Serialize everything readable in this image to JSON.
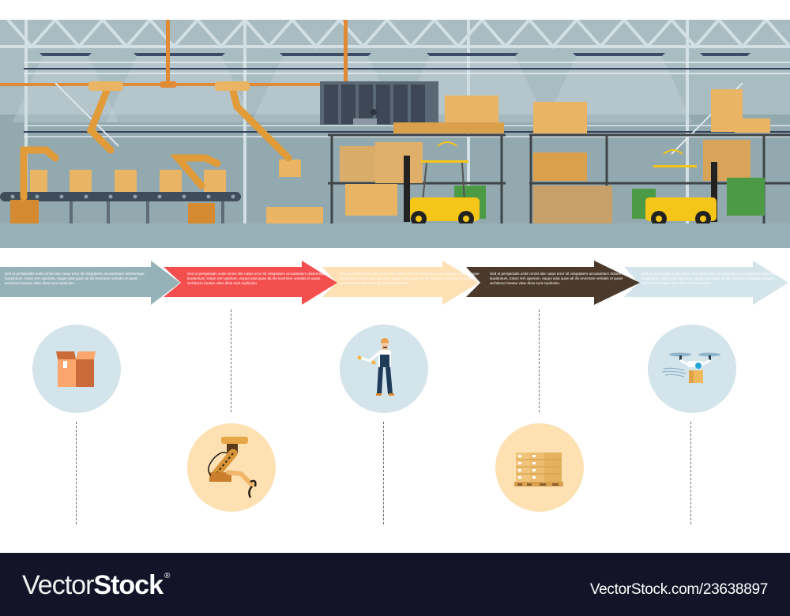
{
  "scene": {
    "description": "Automated warehouse with robotic arms on conveyor line, servers and operator, storage racks with pallets, two autonomous forklifts",
    "colors": {
      "wall": "#a9bcc2",
      "wall_dark": "#8fa4ab",
      "truss": "#d2e0e4",
      "floor": "#98b0b7",
      "robot": "#e19b38",
      "box": "#e9b464",
      "forklift": "#f5c518",
      "rack": "#3f4447",
      "barrel": "#4c9a46"
    }
  },
  "timeline": {
    "steps": [
      {
        "id": 1,
        "color": "#96b2b9",
        "text_color": "#ffffff",
        "text": "Sed ut perspiciatis unde omnis iste natus error sit voluptatem accusantium doloremque laudantium, totam rem aperiam, eaque ipsa quae ab illo inventore veritatis et quasi architecto beatae vitae dicta sunt explicabo.",
        "icon": "open-box-icon",
        "icon_bg": "#d3e4eb",
        "icon_row": "top"
      },
      {
        "id": 2,
        "color": "#f44f4f",
        "text_color": "#ffffff",
        "text": "Sed ut perspiciatis unde omnis iste natus error sit voluptatem accusantium doloremque laudantium, totam rem aperiam, eaque ipsa quae ab illo inventore veritatis et quasi architecto beatae vitae dicta sunt explicabo.",
        "icon": "robotic-arm-icon",
        "icon_bg": "#fde1b2",
        "icon_row": "bottom"
      },
      {
        "id": 3,
        "color": "#fde0b3",
        "text_color": "#ffffff",
        "text": "Sed ut perspiciatis unde omnis iste natus error sit voluptatem accusantium doloremque laudantium, totam rem aperiam, eaque ipsa quae ab illo inventore veritatis et quasi architecto beatae vitae dicta sunt explicabo.",
        "icon": "worker-icon",
        "icon_bg": "#d3e4eb",
        "icon_row": "top"
      },
      {
        "id": 4,
        "color": "#4b3a2c",
        "text_color": "#ffffff",
        "text": "Sed ut perspiciatis unde omnis iste natus error sit voluptatem accusantium doloremque laudantium, totam rem aperiam, eaque ipsa quae ab illo inventore veritatis et quasi architecto beatae vitae dicta sunt explicabo.",
        "icon": "pallet-stack-icon",
        "icon_bg": "#fde1b2",
        "icon_row": "bottom"
      },
      {
        "id": 5,
        "color": "#d3e4eb",
        "text_color": "#ffffff",
        "text": "Sed ut perspiciatis unde omnis iste natus error sit voluptatem accusantium doloremque laudantium, totam rem aperiam, eaque ipsa quae ab illo inventore veritatis et quasi architecto beatae vitae dicta sunt explicabo.",
        "icon": "delivery-drone-icon",
        "icon_bg": "#d3e4eb",
        "icon_row": "top"
      }
    ]
  },
  "footer": {
    "brand_light": "Vector",
    "brand_bold": "Stock",
    "brand_mark": "®",
    "asset_id": "VectorStock.com/23638897",
    "background": "#131427"
  }
}
